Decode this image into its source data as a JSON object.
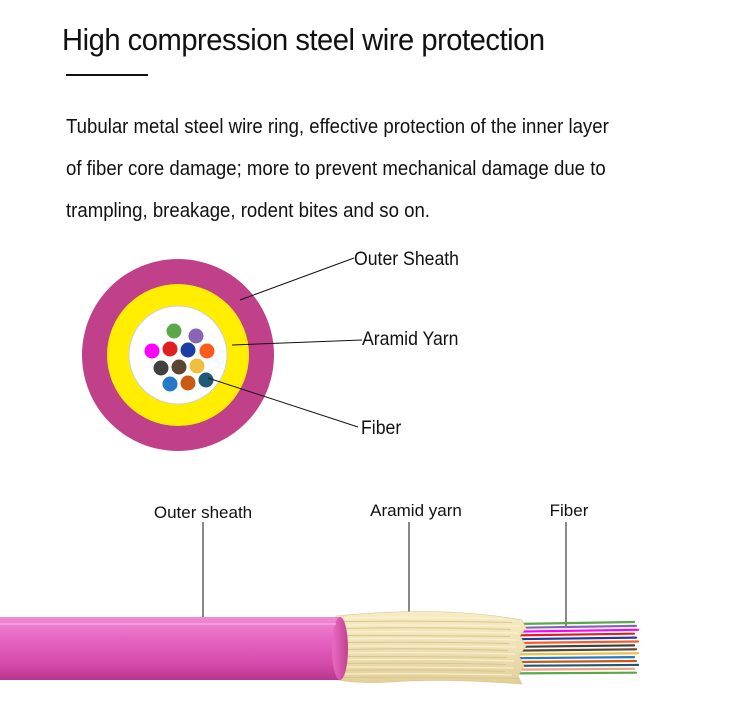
{
  "title": "High compression steel wire protection",
  "description": [
    "Tubular metal steel wire ring, effective protection of the inner layer",
    "of fiber core damage; more to prevent mechanical damage due to",
    "trampling, breakage, rodent bites and so on."
  ],
  "cross_section": {
    "labels": {
      "outer_sheath": "Outer Sheath",
      "aramid_yarn": "Aramid Yarn",
      "fiber": "Fiber"
    },
    "colors": {
      "sheath": "#c0408a",
      "yarn": "#ffee00",
      "core": "#ffffff"
    },
    "fiber_colors": [
      "#5aa84a",
      "#8a64b4",
      "#ff00ff",
      "#e02020",
      "#1e3ca8",
      "#ff5a1e",
      "#404040",
      "#5a4632",
      "#eec040",
      "#2878c8",
      "#c85a14",
      "#1e5a78",
      "#f0a080"
    ]
  },
  "side_view": {
    "labels": {
      "outer_sheath": "Outer sheath",
      "aramid_yarn": "Aramid yarn",
      "fiber": "Fiber"
    },
    "colors": {
      "sheath": "#e665c2",
      "yarn": "#efe1b5"
    }
  }
}
